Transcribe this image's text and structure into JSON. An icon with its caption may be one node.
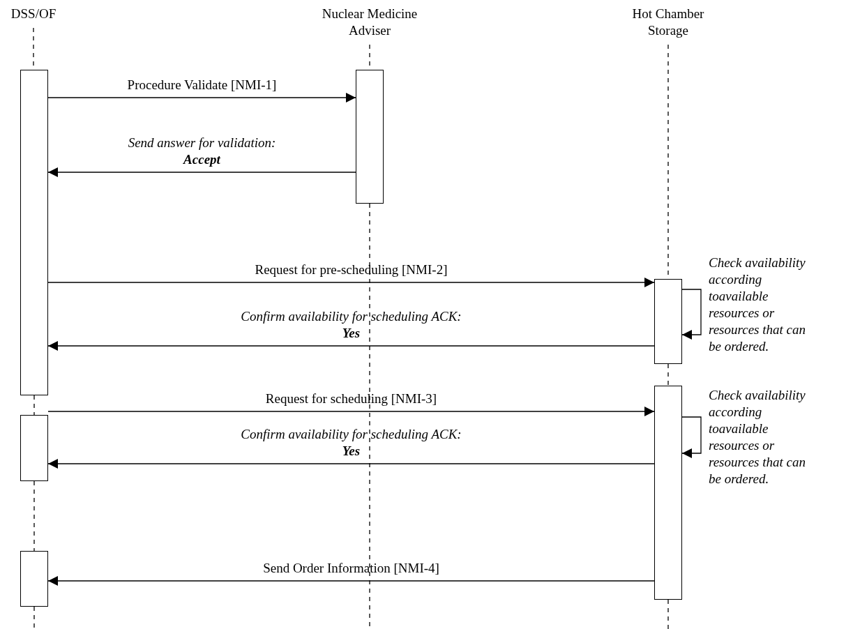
{
  "diagram": {
    "nodes": [
      {
        "text": [
          "DSS/OF"
        ]
      },
      {
        "text": [
          "Nuclear Medicine Adviser"
        ]
      },
      {
        "text": [
          "Hot Chamber Storage"
        ]
      },
      {
        "text": [],
        "shape": "bar"
      },
      {
        "text": [],
        "shape": "bar"
      },
      {
        "text": [],
        "shape": "bar"
      },
      {
        "text": [],
        "shape": "bar"
      },
      {
        "text": [],
        "shape": "bar"
      },
      {
        "text": [],
        "shape": "bar"
      }
    ],
    "edges": [
      {
        "from": 3,
        "to": 4,
        "arrow": "to",
        "label": "Procedure Validate [NMI-1]"
      },
      {
        "from": 4,
        "to": 3,
        "arrow": "to",
        "label": "Send answer for validation: **Accept**"
      },
      {
        "from": 3,
        "to": 5,
        "arrow": "to",
        "label": "Request for pre-scheduling [NMI-2]"
      },
      {
        "from": 5,
        "to": 5,
        "arrow": "to",
        "label": "Check availability according toavailable resources or resources that can be ordered."
      },
      {
        "from": 5,
        "to": 3,
        "arrow": "to",
        "label": "Confirm availability for scheduling ACK: **Yes**"
      },
      {
        "from": 6,
        "to": 7,
        "arrow": "to",
        "label": "Request for scheduling [NMI-3]"
      },
      {
        "from": 7,
        "to": 7,
        "arrow": "to",
        "label": "Check availability according toavailable resources or resources that can be ordered."
      },
      {
        "from": 7,
        "to": 6,
        "arrow": "to",
        "label": "Confirm availability for scheduling ACK: **Yes**"
      },
      {
        "from": 7,
        "to": 8,
        "arrow": "to",
        "label": "Send Order Information [NMI-4]"
      },
      {
        "from": 0,
        "to": 3,
        "arrow": "none",
        "style": "dashed"
      },
      {
        "from": 3,
        "to": 6,
        "arrow": "none",
        "style": "dashed"
      },
      {
        "from": 6,
        "to": 8,
        "arrow": "none",
        "style": "dashed"
      },
      {
        "from": 8,
        "to": null,
        "arrow": "none",
        "style": "dashed"
      },
      {
        "from": 1,
        "to": 4,
        "arrow": "none",
        "style": "dashed"
      },
      {
        "from": 4,
        "to": null,
        "arrow": "none",
        "style": "dashed"
      },
      {
        "from": 2,
        "to": 5,
        "arrow": "none",
        "style": "dashed"
      },
      {
        "from": 5,
        "to": 7,
        "arrow": "none",
        "style": "dashed"
      },
      {
        "from": 7,
        "to": null,
        "arrow": "none",
        "style": "dashed"
      }
    ]
  }
}
